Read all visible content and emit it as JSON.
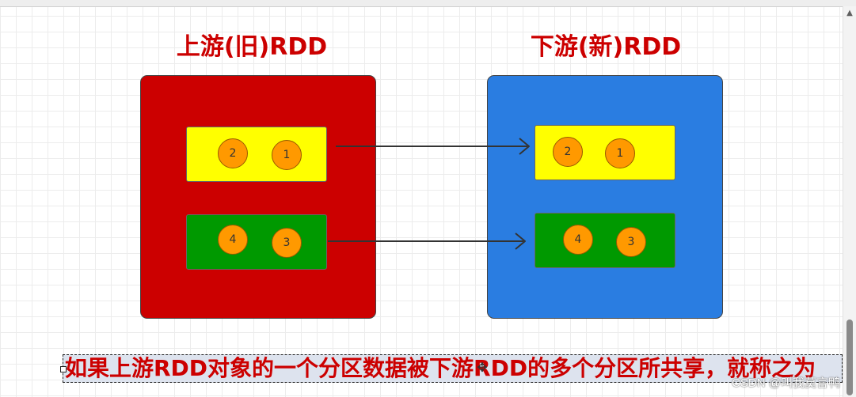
{
  "diagram": {
    "upstream": {
      "title": "上游(旧)RDD",
      "color": "#cc0000",
      "partitions": [
        {
          "color": "#ffff00",
          "items": [
            "2",
            "1"
          ]
        },
        {
          "color": "#009900",
          "items": [
            "4",
            "3"
          ]
        }
      ]
    },
    "downstream": {
      "title": "下游(新)RDD",
      "color": "#2a7de1",
      "partitions": [
        {
          "color": "#ffff00",
          "items": [
            "2",
            "1"
          ]
        },
        {
          "color": "#009900",
          "items": [
            "4",
            "3"
          ]
        }
      ]
    },
    "caption": "如果上游RDD对象的一个分区数据被下游RDD的多个分区所共享，就称之为"
  },
  "watermark": "CSDN @叫我莫言鸭"
}
